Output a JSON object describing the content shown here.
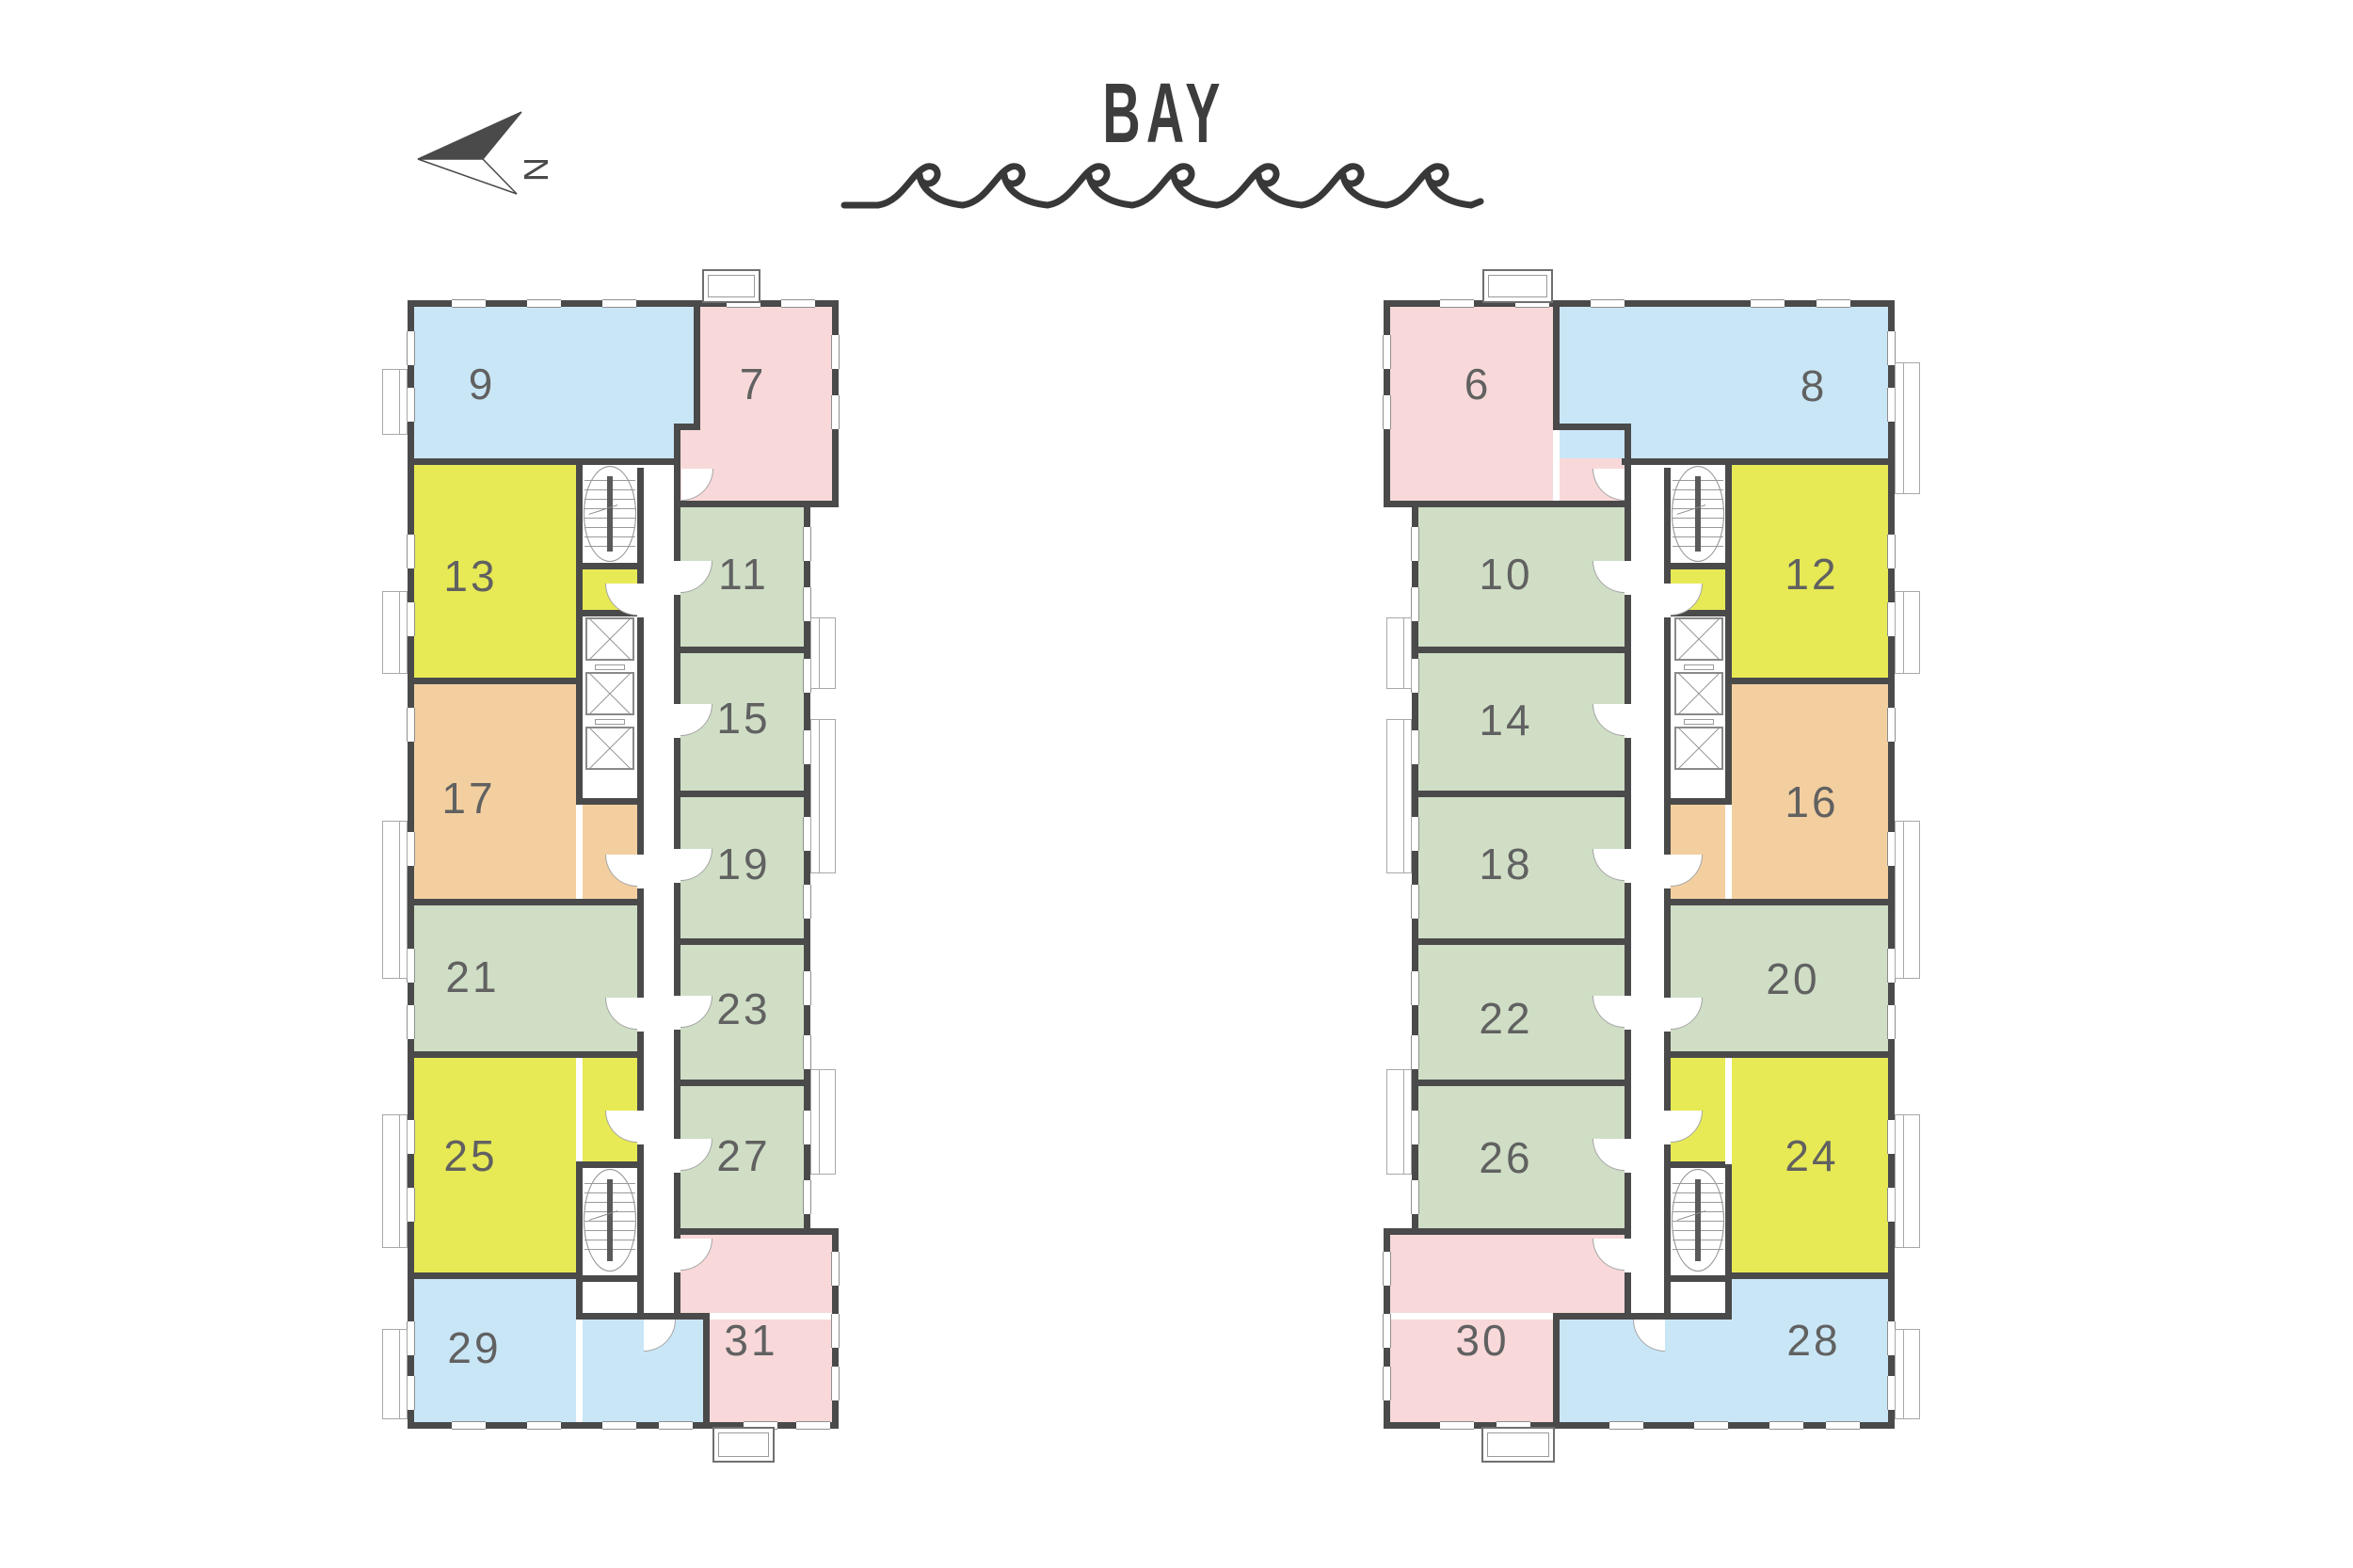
{
  "header": {
    "title": "BAY",
    "compass_label": "N"
  },
  "palette": {
    "blue": "#c9e6f6",
    "pink": "#f8d8d9",
    "yellow": "#e7e955",
    "orange": "#f3cfa0",
    "green": "#cfdec5",
    "wall": "#4a4a4a",
    "line": "#9a9a9a",
    "label": "#616161"
  },
  "buildings": [
    {
      "id": "left-building",
      "units": [
        {
          "number": "9",
          "type": "blue"
        },
        {
          "number": "7",
          "type": "pink"
        },
        {
          "number": "13",
          "type": "yellow"
        },
        {
          "number": "11",
          "type": "green"
        },
        {
          "number": "15",
          "type": "green"
        },
        {
          "number": "17",
          "type": "orange"
        },
        {
          "number": "19",
          "type": "green"
        },
        {
          "number": "21",
          "type": "green"
        },
        {
          "number": "23",
          "type": "green"
        },
        {
          "number": "25",
          "type": "yellow"
        },
        {
          "number": "27",
          "type": "green"
        },
        {
          "number": "29",
          "type": "blue"
        },
        {
          "number": "31",
          "type": "pink"
        }
      ]
    },
    {
      "id": "right-building",
      "units": [
        {
          "number": "6",
          "type": "pink"
        },
        {
          "number": "8",
          "type": "blue"
        },
        {
          "number": "10",
          "type": "green"
        },
        {
          "number": "12",
          "type": "yellow"
        },
        {
          "number": "14",
          "type": "green"
        },
        {
          "number": "16",
          "type": "orange"
        },
        {
          "number": "18",
          "type": "green"
        },
        {
          "number": "20",
          "type": "green"
        },
        {
          "number": "22",
          "type": "green"
        },
        {
          "number": "24",
          "type": "yellow"
        },
        {
          "number": "26",
          "type": "green"
        },
        {
          "number": "28",
          "type": "blue"
        },
        {
          "number": "30",
          "type": "pink"
        }
      ]
    }
  ]
}
